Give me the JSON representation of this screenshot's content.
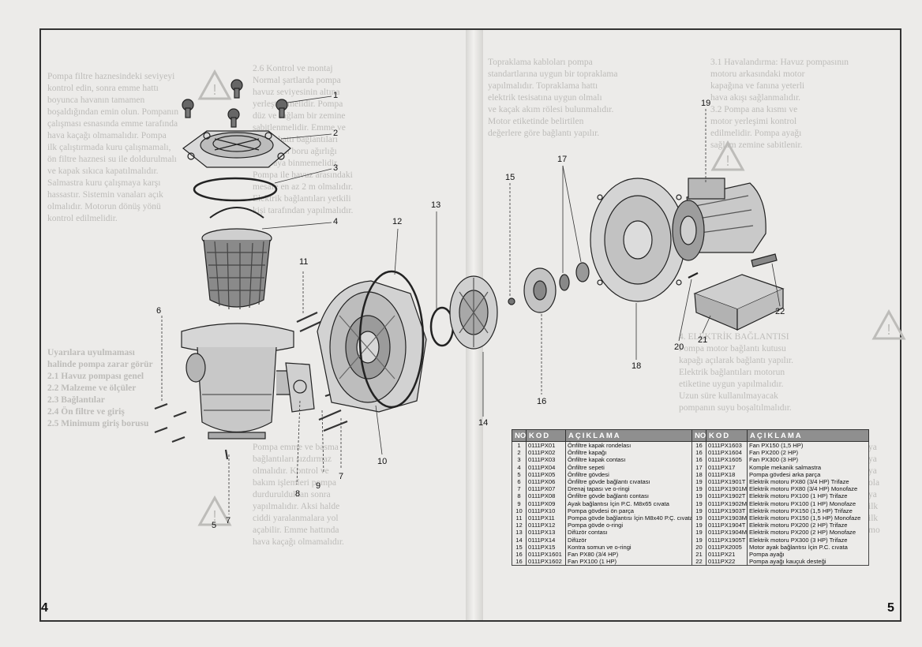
{
  "pages": {
    "left": "4",
    "right": "5"
  },
  "callouts": [
    "1",
    "2",
    "3",
    "4",
    "5",
    "6",
    "7",
    "7",
    "8",
    "9",
    "10",
    "11",
    "12",
    "13",
    "14",
    "15",
    "16",
    "17",
    "18",
    "19",
    "20",
    "21",
    "22"
  ],
  "table": {
    "headers": [
      "NO",
      "KOD",
      "AÇIKLAMA",
      "NO",
      "KOD",
      "AÇIKLAMA"
    ],
    "rows": [
      [
        "1",
        "0111PX01",
        "Önfiltre kapak rondelası",
        "16",
        "0111PX1603",
        "Fan PX150 (1,5 HP)"
      ],
      [
        "2",
        "0111PX02",
        "Önfiltre kapağı",
        "16",
        "0111PX1604",
        "Fan PX200 (2 HP)"
      ],
      [
        "3",
        "0111PX03",
        "Önfiltre kapak contası",
        "16",
        "0111PX1605",
        "Fan PX300 (3 HP)"
      ],
      [
        "4",
        "0111PX04",
        "Önfiltre sepeti",
        "17",
        "0111PX17",
        "Komple mekanik salmastra"
      ],
      [
        "5",
        "0111PX05",
        "Önfiltre gövdesi",
        "18",
        "0111PX18",
        "Pompa gövdesi arka parça"
      ],
      [
        "6",
        "0111PX06",
        "Önfiltre gövde bağlantı cıvatası",
        "19",
        "0111PX1901T",
        "Elektrik motoru PX80 (3/4 HP) Trifaze"
      ],
      [
        "7",
        "0111PX07",
        "Drenaj tapası ve o-ringi",
        "19",
        "0111PX1901M",
        "Elektrik motoru PX80 (3/4 HP) Monofaze"
      ],
      [
        "8",
        "0111PX08",
        "Önfiltre gövde bağlantı contası",
        "19",
        "0111PX1902T",
        "Elektrik motoru PX100 (1 HP) Trifaze"
      ],
      [
        "9",
        "0111PX09",
        "Ayak bağlantısı İçin P.C. M8x65 cıvata",
        "19",
        "0111PX1902M",
        "Elektrik motoru PX100 (1 HP) Monofaze"
      ],
      [
        "10",
        "0111PX10",
        "Pompa gövdesi ön parça",
        "19",
        "0111PX1903T",
        "Elektrik motoru PX150 (1,5 HP) Trifaze"
      ],
      [
        "11",
        "0111PX11",
        "Pompa gövde bağlantısı İçin M8x40 P.Ç. cıvata",
        "19",
        "0111PX1903M",
        "Elektrik motoru PX150 (1,5 HP) Monofaze"
      ],
      [
        "12",
        "0111PX12",
        "Pompa gövde o-ringi",
        "19",
        "0111PX1904T",
        "Elektrik motoru PX200 (2 HP) Trifaze"
      ],
      [
        "13",
        "0111PX13",
        "Difüzör contası",
        "19",
        "0111PX1904M",
        "Elektrik motoru PX200 (2 HP) Monofaze"
      ],
      [
        "14",
        "0111PX14",
        "Difüzör",
        "19",
        "0111PX1905T",
        "Elektrik motoru PX300 (3 HP) Trifaze"
      ],
      [
        "15",
        "0111PX15",
        "Kontra somun ve o-ringi",
        "20",
        "0111PX2005",
        "Motor ayak bağlantısı İçin P.C. cıvata"
      ],
      [
        "16",
        "0111PX1601",
        "Fan PX80 (3/4 HP)",
        "21",
        "0111PX21",
        "Pompa ayağı"
      ],
      [
        "16",
        "0111PX1602",
        "Fan PX100 (1 HP)",
        "22",
        "0111PX22",
        "Pompa ayağı kauçuk desteği"
      ]
    ]
  }
}
